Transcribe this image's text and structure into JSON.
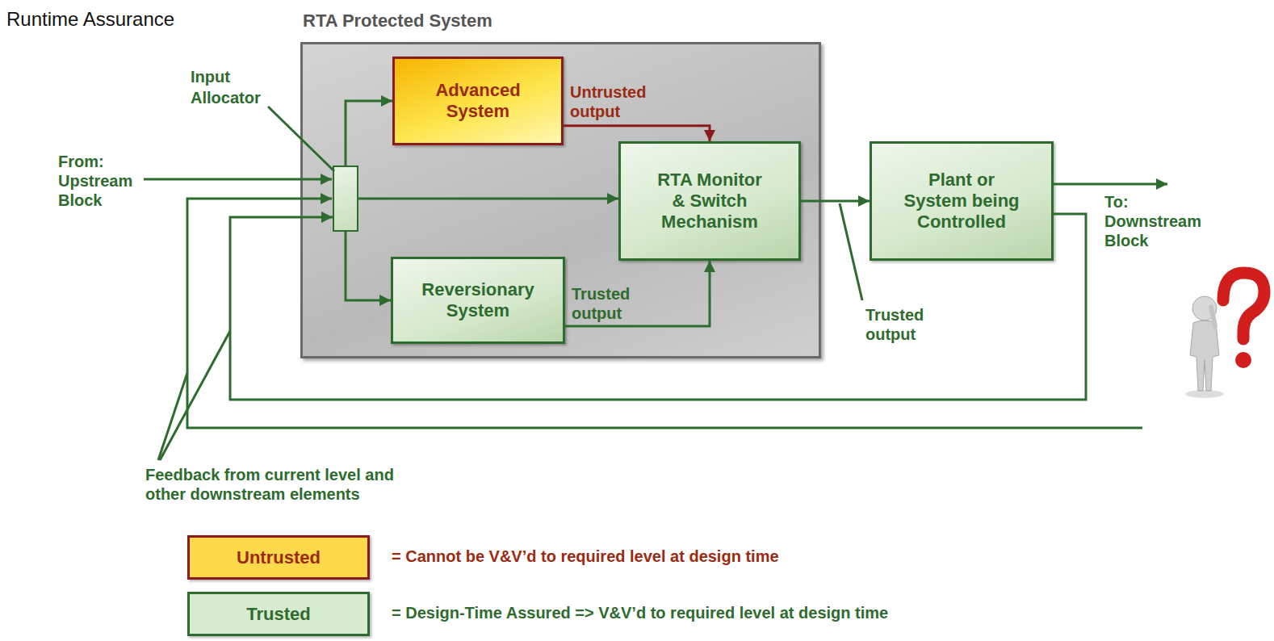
{
  "diagram": {
    "title": "Runtime Assurance",
    "nodes": [
      {
        "text": [
          "RTA Protected System"
        ]
      },
      {
        "text": [
          "Input Allocator"
        ],
        "in": 0
      },
      {
        "text": [
          "Advanced System"
        ],
        "in": 0
      },
      {
        "text": [
          "RTA Monitor & Switch Mechanism"
        ],
        "in": 0
      },
      {
        "text": [
          "Reversionary System"
        ],
        "in": 0
      },
      {
        "text": [
          "Plant or System being Controlled"
        ]
      }
    ],
    "edges": [
      {
        "from": 1,
        "to": 2,
        "arrow": "to"
      },
      {
        "from": 1,
        "to": 3,
        "arrow": "to"
      },
      {
        "from": 1,
        "to": 4,
        "arrow": "to"
      },
      {
        "from": 2,
        "to": 3,
        "label": "Untrusted output",
        "arrow": "to"
      },
      {
        "from": 4,
        "to": 3,
        "label": "Trusted output",
        "arrow": "to"
      },
      {
        "from": 3,
        "to": 5,
        "arrow": "to"
      },
      {
        "from": 5,
        "to": 1,
        "arrow": "to"
      }
    ],
    "labels": [
      "From: Upstream Block",
      "To: Downstream Block",
      "Trusted output",
      "Feedback from current level and other downstream elements",
      "= Cannot be V&V’d to required level at design time",
      "= Design-Time Assured => V&V’d to required level at design time"
    ],
    "legend": [
      {
        "text": "Untrusted",
        "color": "#fcd94a"
      },
      {
        "text": "Trusted",
        "color": "#d8ead0"
      }
    ]
  }
}
